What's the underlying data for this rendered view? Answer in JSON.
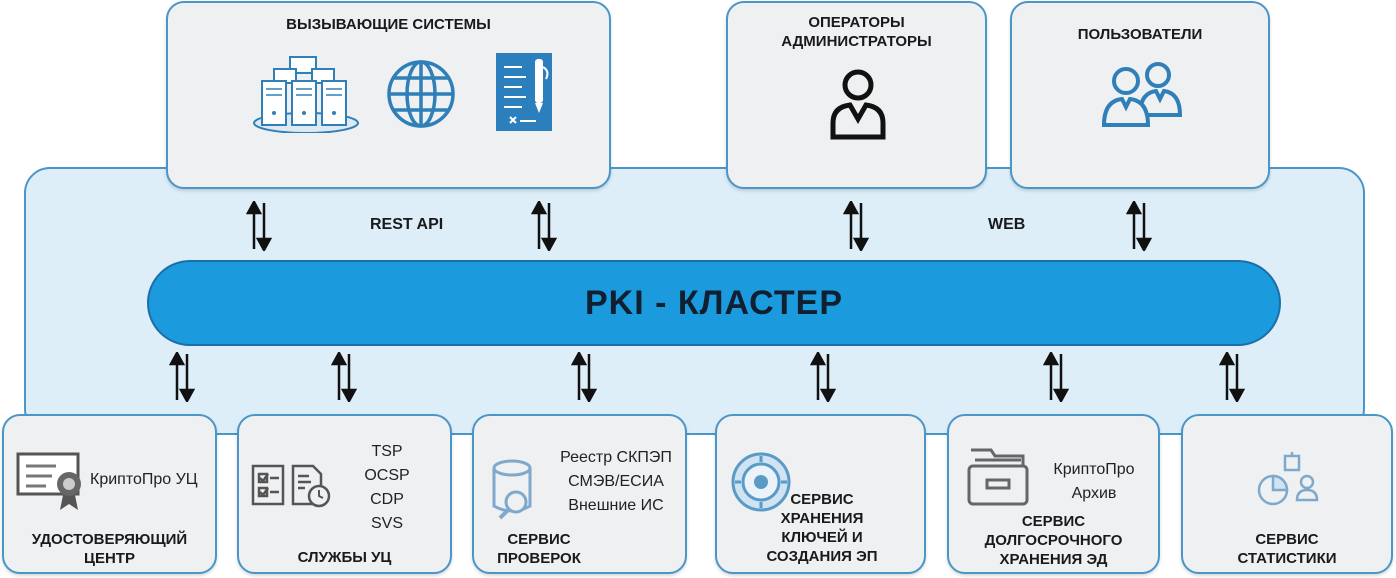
{
  "diagram": {
    "top_boxes": [
      {
        "title": "ВЫЗЫВАЮЩИЕ СИСТЕМЫ"
      },
      {
        "title": "ОПЕРАТОРЫ\nАДМИНИСТРАТОРЫ"
      },
      {
        "title": "ПОЛЬЗОВАТЕЛИ"
      }
    ],
    "interface_labels": {
      "rest_api": "REST API",
      "web": "WEB"
    },
    "cluster_label": "PKI - КЛАСТЕР",
    "bottom_boxes": [
      {
        "title": "УДОСТОВЕРЯЮЩИЙ\nЦЕНТР",
        "items": "КриптоПро УЦ"
      },
      {
        "title": "СЛУЖБЫ УЦ",
        "items": "TSP\nOCSP\nCDP\nSVS"
      },
      {
        "title": "СЕРВИС\nПРОВЕРОК",
        "items": "Реестр СКПЭП\nСМЭВ/ЕСИА\nВнешние ИС"
      },
      {
        "title": "СЕРВИС\nХРАНЕНИЯ\nКЛЮЧЕЙ И\nСОЗДАНИЯ ЭП",
        "items": ""
      },
      {
        "title": "СЕРВИС\nДОЛГОСРОЧНОГО\nХРАНЕНИЯ ЭД",
        "items": "КриптоПро\nАрхив"
      },
      {
        "title": "СЕРВИС\nСТАТИСТИКИ",
        "items": ""
      }
    ],
    "icons": [
      "server-cluster-icon",
      "globe-icon",
      "document-pen-icon",
      "operator-icon",
      "users-icon",
      "certificate-icon",
      "services-docs-icon",
      "database-search-icon",
      "key-safe-icon",
      "archive-drawer-icon",
      "statistics-icon",
      "bidirectional-arrow-icon"
    ],
    "colors": {
      "accent": "#1b9ade",
      "border": "#4a96c8",
      "box_fill": "#eef0f2",
      "cluster_fill": "#ddeef8"
    }
  }
}
